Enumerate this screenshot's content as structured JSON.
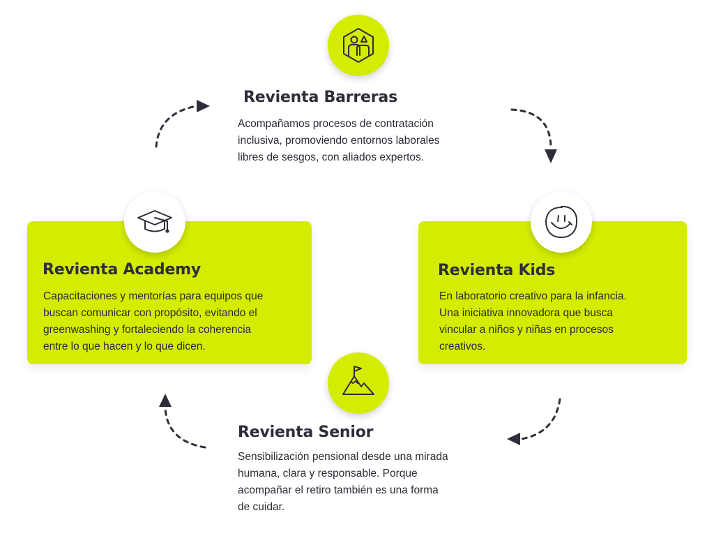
{
  "colors": {
    "accent": "#d4ec00",
    "text": "#2b2b35"
  },
  "nodes": {
    "barreras": {
      "title": "Revienta Barreras",
      "lines": [
        "Acompañamos procesos de contratación",
        "inclusiva, promoviendo entornos laborales",
        "libres de sesgos, con aliados expertos."
      ],
      "icon": "people-shapes-icon"
    },
    "kids": {
      "title": "Revienta Kids",
      "lines": [
        "En laboratorio creativo para la infancia.",
        "Una iniciativa innovadora que busca",
        "vincular a niños y niñas en procesos",
        "creativos."
      ],
      "icon": "smiley-icon"
    },
    "senior": {
      "title": "Revienta Senior",
      "lines": [
        "Sensibilización pensional desde una mirada",
        "humana, clara y responsable. Porque",
        "acompañar el retiro también es una forma",
        "de cuidar."
      ],
      "icon": "mountain-flag-icon"
    },
    "academy": {
      "title": "Revienta Academy",
      "lines": [
        "Capacitaciones y mentorías para equipos que",
        "buscan comunicar con propósito, evitando el",
        "greenwashing y fortaleciendo la coherencia",
        "entre lo que hacen y lo que dicen."
      ],
      "icon": "graduation-cap-icon"
    }
  }
}
